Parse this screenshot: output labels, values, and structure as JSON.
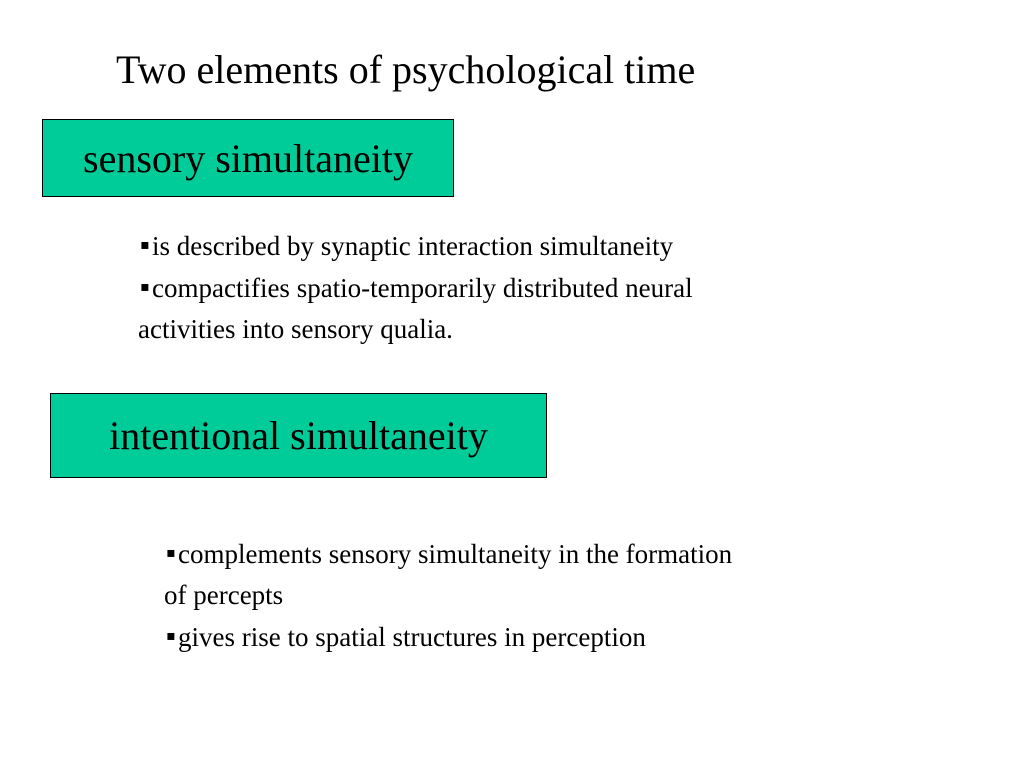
{
  "title": "Two elements of psychological time",
  "colors": {
    "box_fill": "#00cc99",
    "text": "#000000",
    "background": "#ffffff"
  },
  "sections": [
    {
      "heading": "sensory simultaneity",
      "bullets": [
        {
          "marker": "▪",
          "line1": "is described by synaptic interaction simultaneity"
        },
        {
          "marker": "▪",
          "line1": "compactifies spatio-temporarily distributed neural",
          "line2": "activities into sensory qualia."
        }
      ]
    },
    {
      "heading": "intentional simultaneity",
      "bullets": [
        {
          "marker": "▪",
          "line1": "complements sensory simultaneity in the formation",
          "line2": "of percepts"
        },
        {
          "marker": "▪",
          "line1": "gives rise to spatial structures in perception"
        }
      ]
    }
  ]
}
